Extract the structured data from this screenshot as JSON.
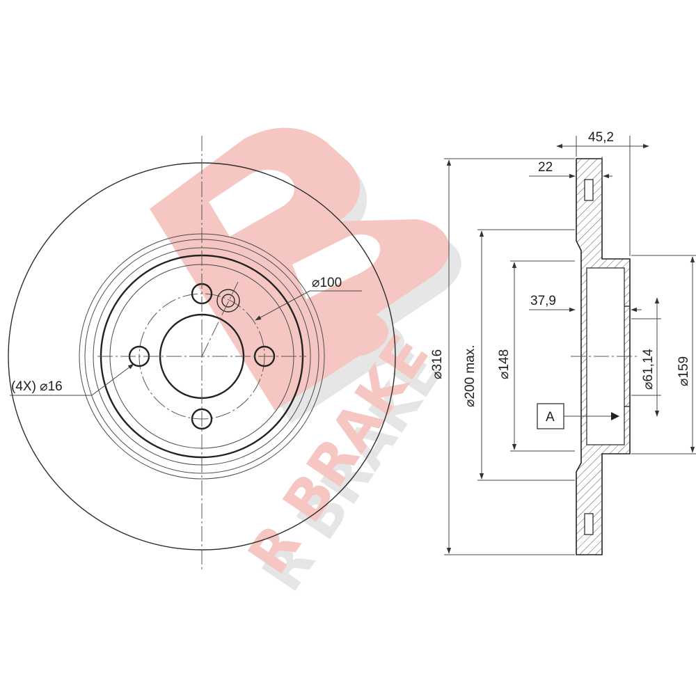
{
  "watermark": {
    "brand": "R BRAKE",
    "color_primary": "#f6c7c2",
    "color_shadow": "#e5e5e5"
  },
  "labels": {
    "pcd": "⌀100",
    "bolt_holes": "(4X) ⌀16",
    "total_height": "45,2",
    "thickness": "22",
    "offset": "37,9",
    "outer_diameter": "⌀316",
    "max_diameter": "⌀200 max.",
    "hat_diameter": "⌀148",
    "center_bore": "⌀61,14",
    "hub_diameter": "⌀159",
    "datum": "A"
  }
}
